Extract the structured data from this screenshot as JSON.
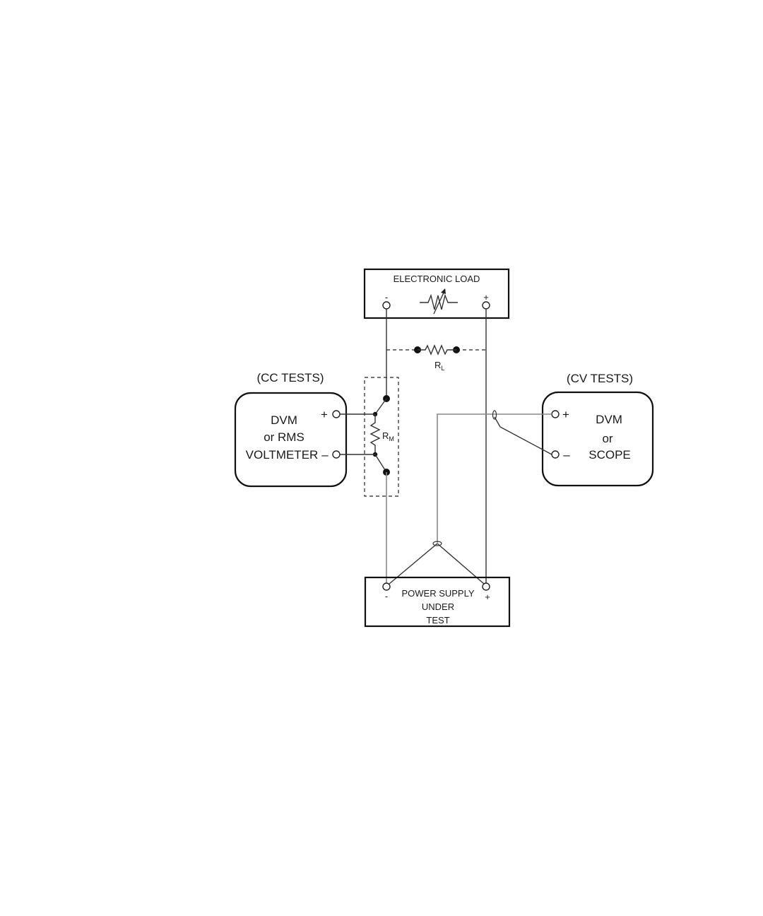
{
  "electronic_load": {
    "title": "ELECTRONIC LOAD",
    "minus": "-",
    "plus": "+"
  },
  "load_resistor": {
    "symbol": "R",
    "subscript": "L"
  },
  "cc_meter": {
    "heading": "(CC TESTS)",
    "line1": "DVM",
    "line2": "or RMS",
    "line3": "VOLTMETER",
    "plus": "+",
    "minus": "–"
  },
  "monitor_resistor": {
    "symbol": "R",
    "subscript": "M"
  },
  "cv_meter": {
    "heading": "(CV TESTS)",
    "line1": "DVM",
    "line2": "or",
    "line3": "SCOPE",
    "plus": "+",
    "minus": "–"
  },
  "power_supply": {
    "line1": "POWER SUPPLY",
    "line2": "UNDER",
    "line3": "TEST",
    "minus": "-",
    "plus": "+"
  }
}
